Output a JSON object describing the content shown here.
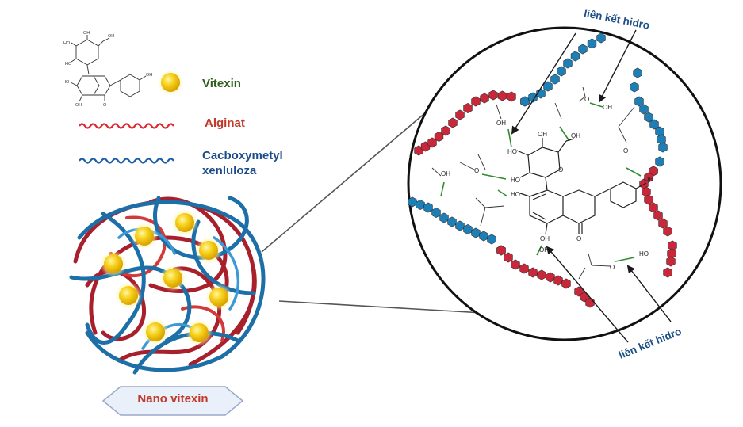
{
  "legend": {
    "vitexin": "Vitexin",
    "alginat": "Alginat",
    "cmc_line1": "Cacboxymetyl",
    "cmc_line2": "xenluloza"
  },
  "annotations": {
    "hbond_top": "liên kết hidro",
    "hbond_bottom": "liên kết hidro"
  },
  "nano_label": "Nano vitexin",
  "molecule_labels": {
    "oh": "OH",
    "ho": "HO",
    "o": "O"
  },
  "colors": {
    "vitexin_label": "#2e5e1e",
    "alginate": "#c8283a",
    "alginate_text": "#c0392b",
    "cmc": "#1e7fb6",
    "cmc_text": "#1c4c8c",
    "hbond": "#2e8b2e",
    "annotation": "#1d4f86",
    "nano_text": "#c0392b",
    "sphere_gold": "#f4c20d",
    "arrow_box_fill": "#e8eef8",
    "arrow_box_stroke": "#9aa8c9"
  }
}
